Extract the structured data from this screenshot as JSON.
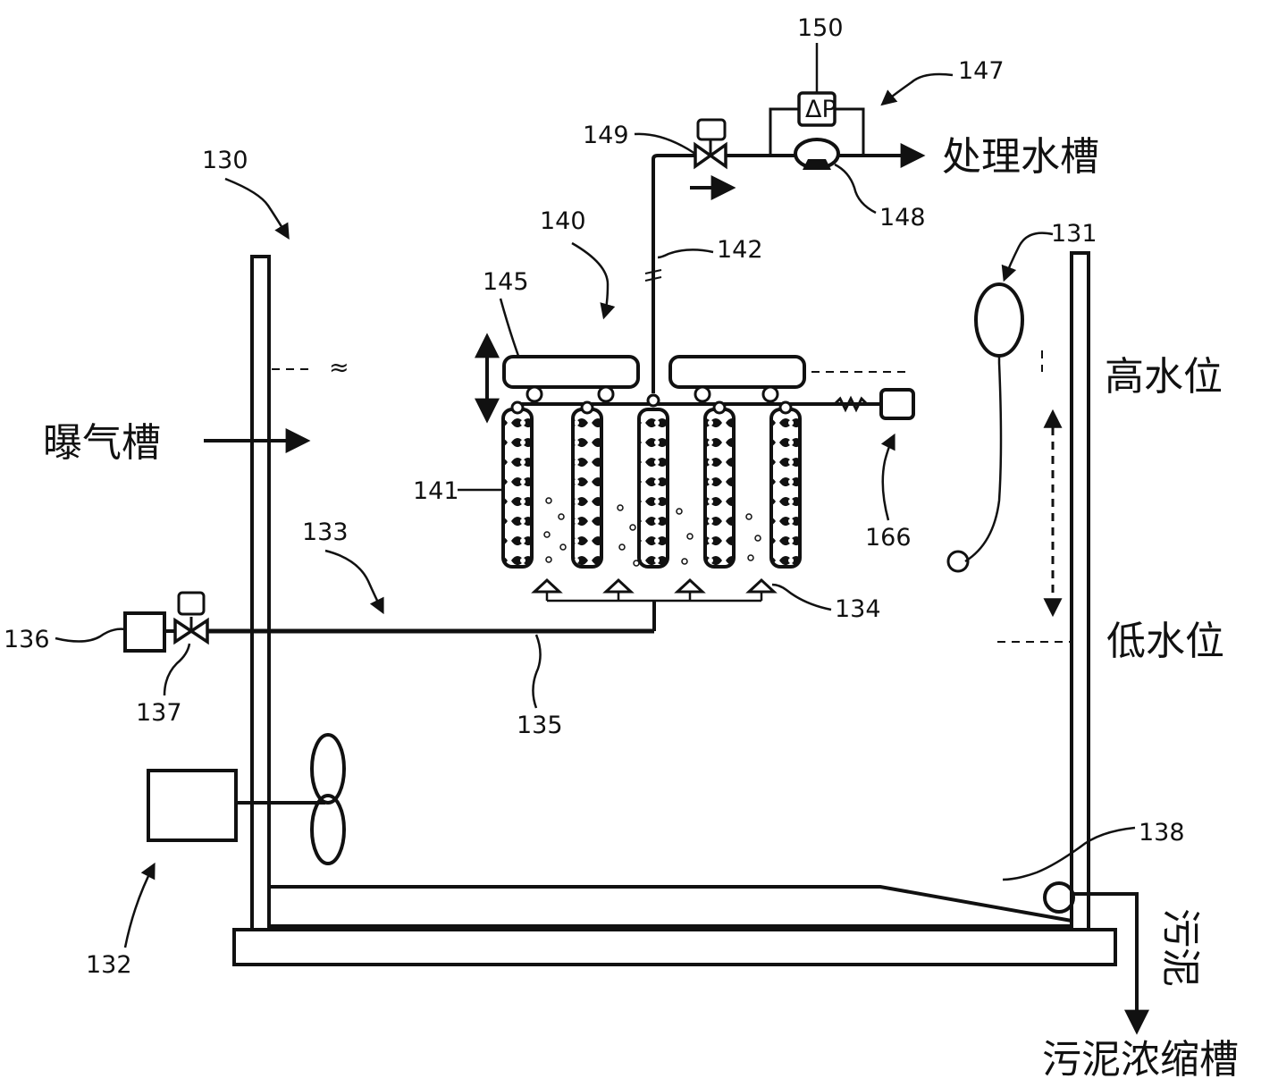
{
  "labels": {
    "aeration_tank": "曝气槽",
    "treated_water_tank": "处理水槽",
    "high_water_level": "高水位",
    "low_water_level": "低水位",
    "sludge": "污泥",
    "sludge_thickening_tank": "污泥浓缩槽"
  },
  "refs": {
    "r130": "130",
    "r131": "131",
    "r132": "132",
    "r133": "133",
    "r134": "134",
    "r135": "135",
    "r136": "136",
    "r137": "137",
    "r138": "138",
    "r140": "140",
    "r141": "141",
    "r142": "142",
    "r145": "145",
    "r147": "147",
    "r148": "148",
    "r149": "149",
    "r150": "150",
    "r166": "166",
    "pressure_gauge": "ΔP"
  }
}
